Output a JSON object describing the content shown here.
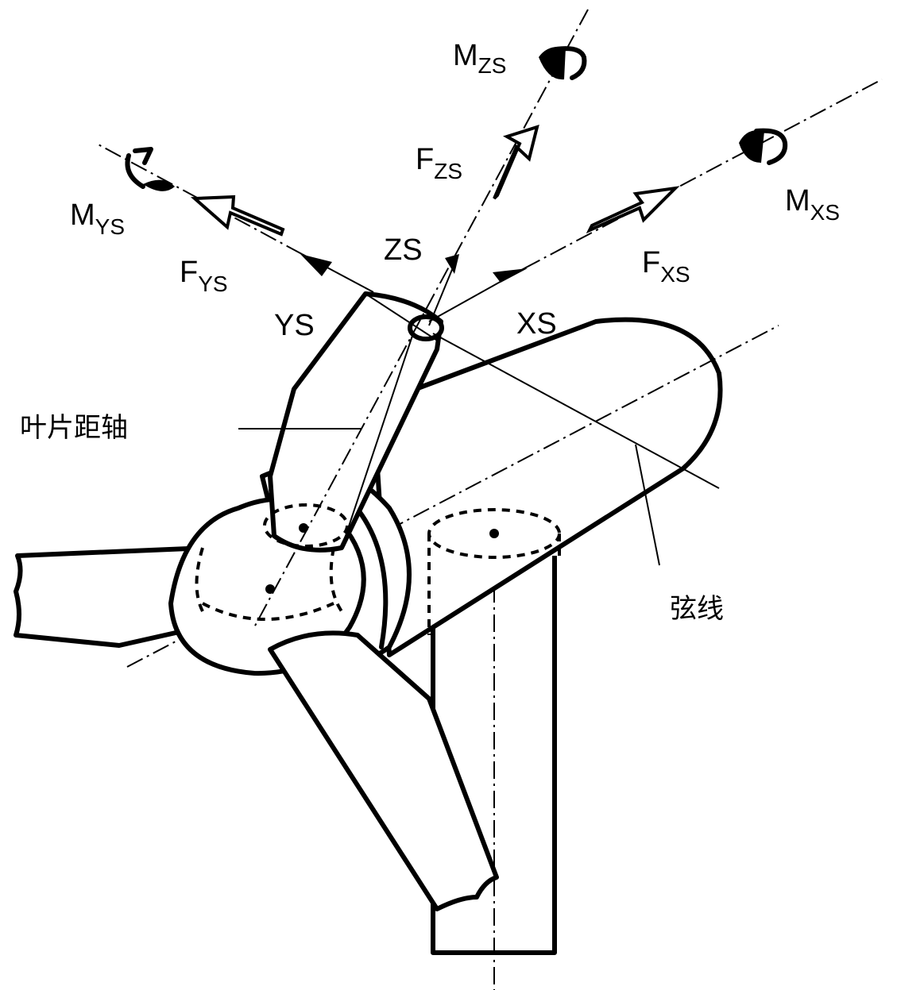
{
  "labels": {
    "m_zs": {
      "main": "M",
      "sub": "ZS"
    },
    "m_ys": {
      "main": "M",
      "sub": "YS"
    },
    "m_xs": {
      "main": "M",
      "sub": "XS"
    },
    "f_zs": {
      "main": "F",
      "sub": "ZS"
    },
    "f_ys": {
      "main": "F",
      "sub": "YS"
    },
    "f_xs": {
      "main": "F",
      "sub": "XS"
    },
    "axis_zs": "ZS",
    "axis_ys": "YS",
    "axis_xs": "XS",
    "pitch_axis": "叶片距轴",
    "chord_line": "弦线"
  }
}
